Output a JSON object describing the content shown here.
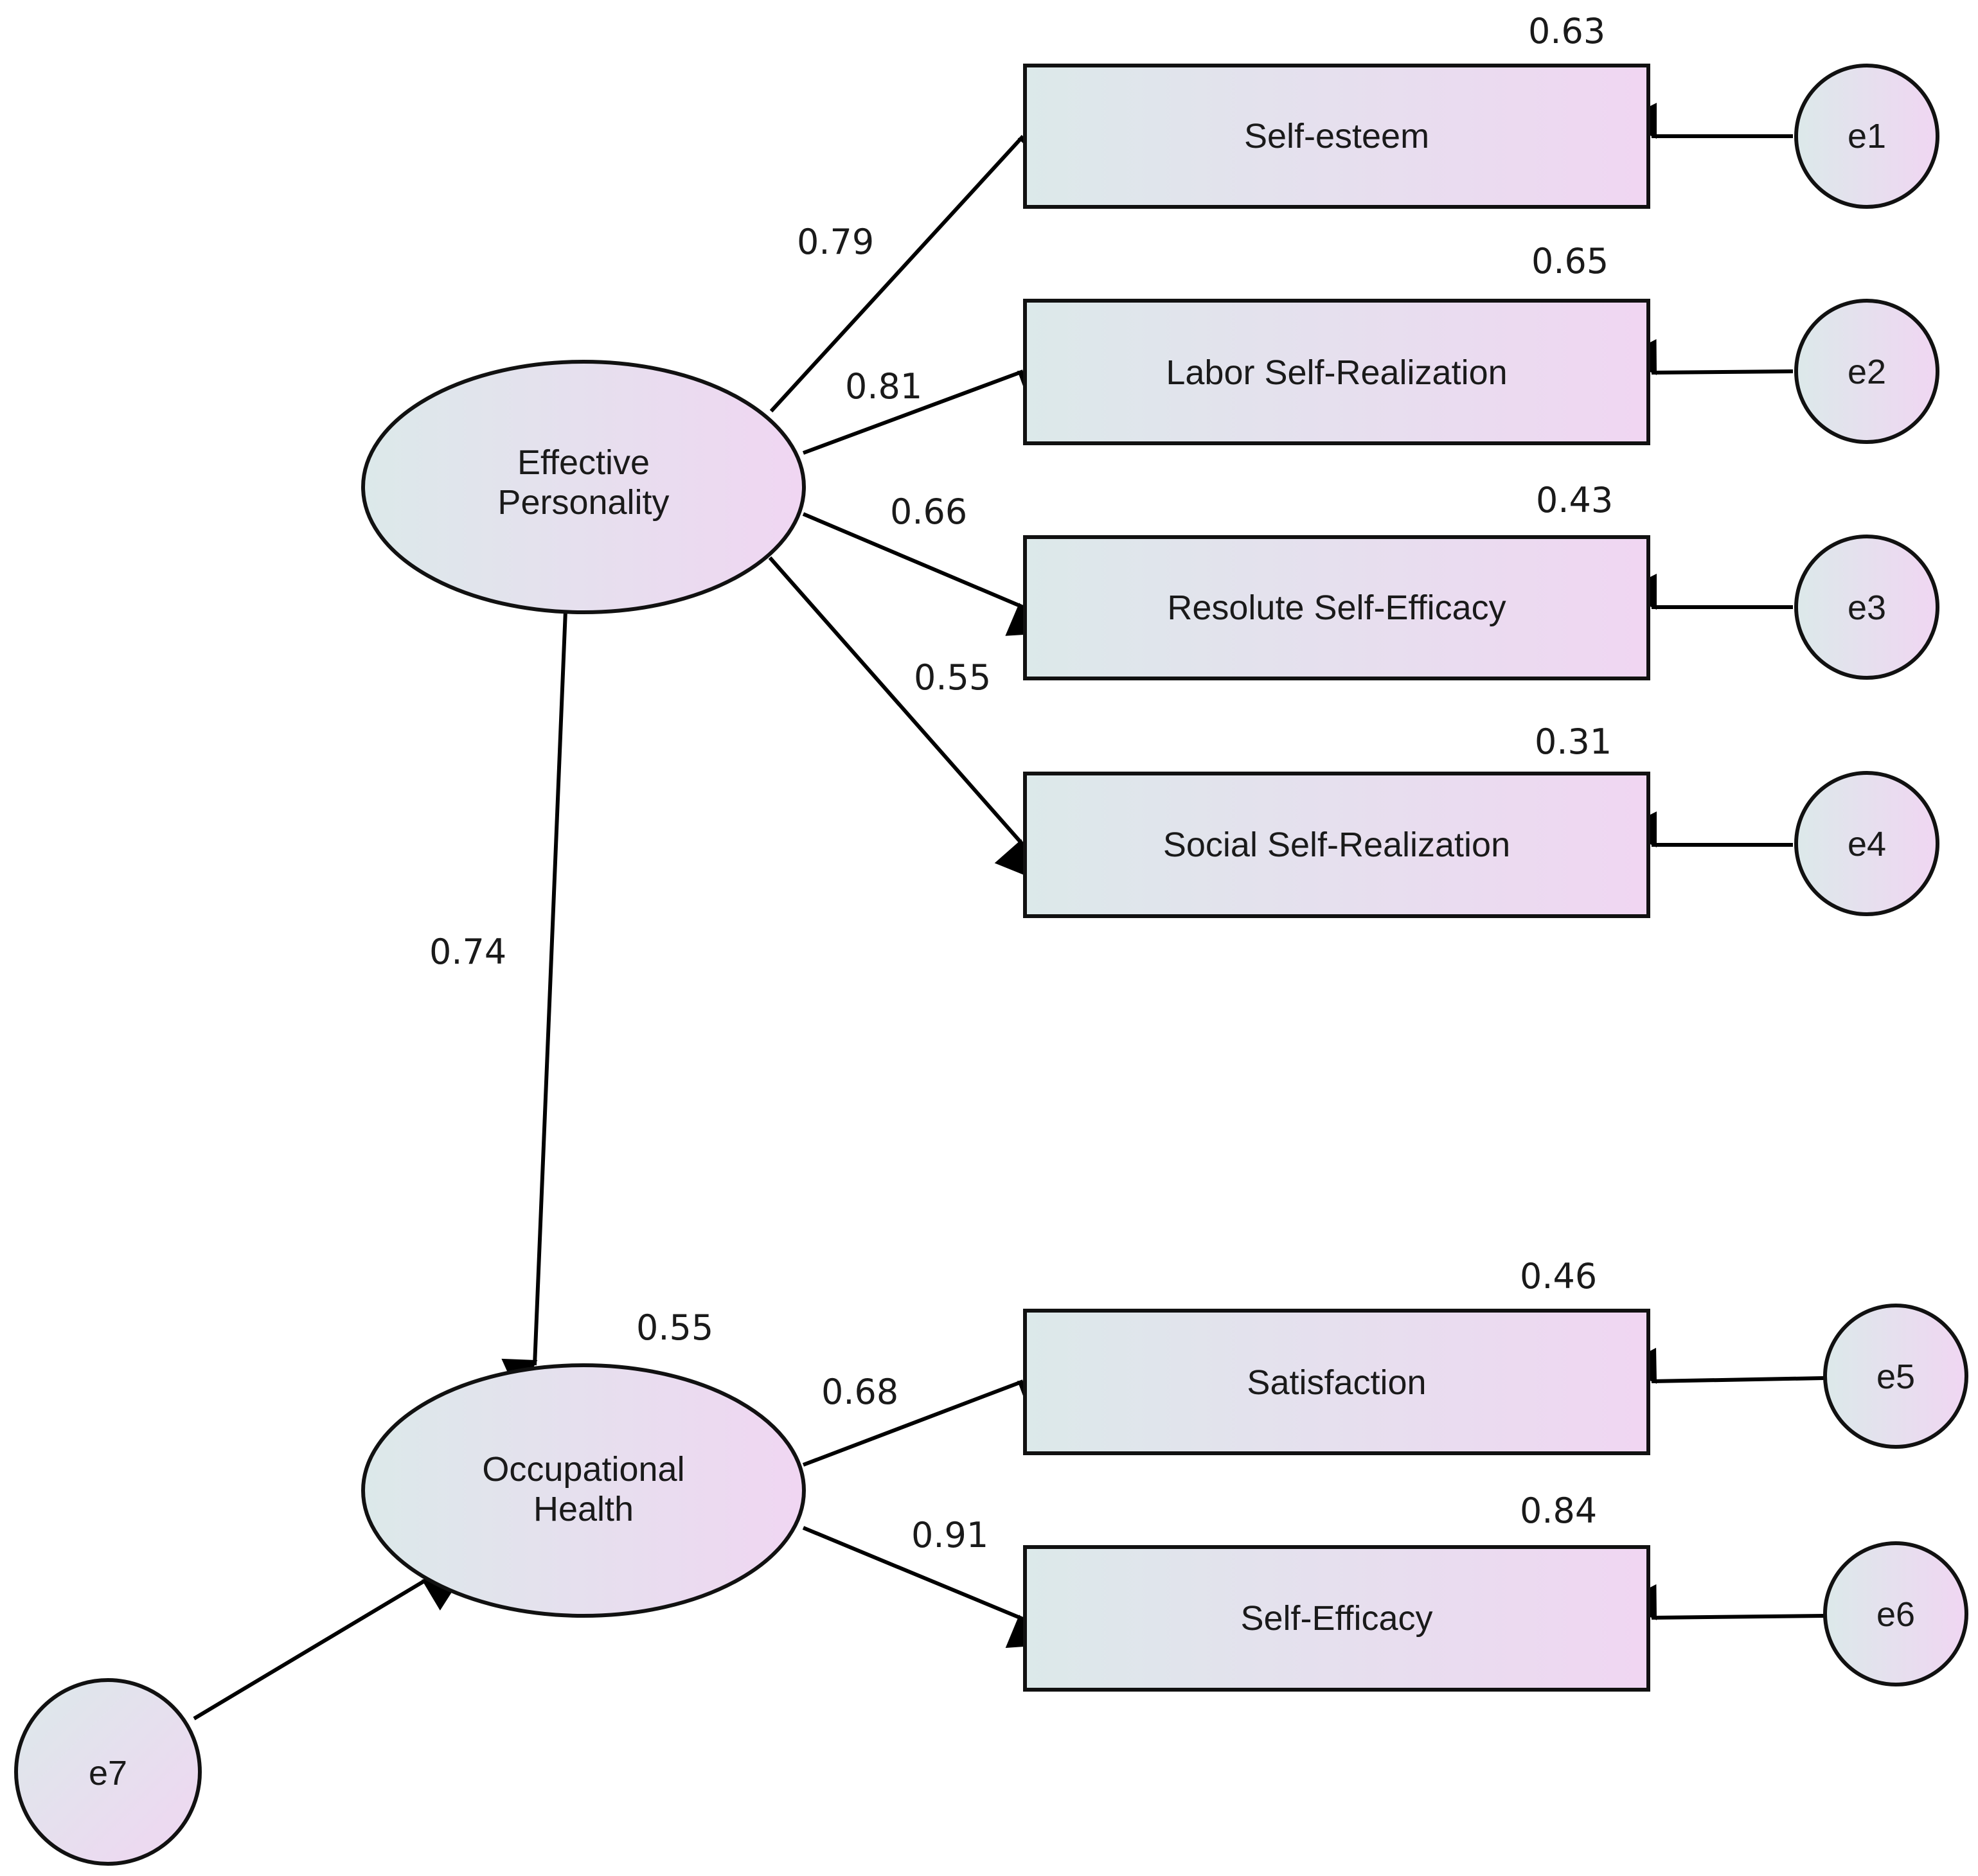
{
  "latents": {
    "effective_personality": [
      "Effective",
      "Personality"
    ],
    "occupational_health": [
      "Occupational",
      "Health"
    ]
  },
  "indicators": [
    {
      "label": "Self-esteem",
      "r2": "0.63",
      "error": "e1",
      "loading": "0.79"
    },
    {
      "label": "Labor Self-Realization",
      "r2": "0.65",
      "error": "e2",
      "loading": "0.81"
    },
    {
      "label": "Resolute Self-Efficacy",
      "r2": "0.43",
      "error": "e3",
      "loading": "0.66"
    },
    {
      "label": "Social Self-Realization",
      "r2": "0.31",
      "error": "e4",
      "loading": "0.55"
    },
    {
      "label": "Satisfaction",
      "r2": "0.46",
      "error": "e5",
      "loading": "0.68"
    },
    {
      "label": "Self-Efficacy",
      "r2": "0.84",
      "error": "e6",
      "loading": "0.91"
    }
  ],
  "structural": {
    "path_coef": "0.74",
    "r2_occupational_health": "0.55",
    "disturbance": "e7"
  },
  "colors": {
    "fill_left": "#dce9ea",
    "fill_right": "#f0d6f2",
    "stroke": "#111111"
  }
}
